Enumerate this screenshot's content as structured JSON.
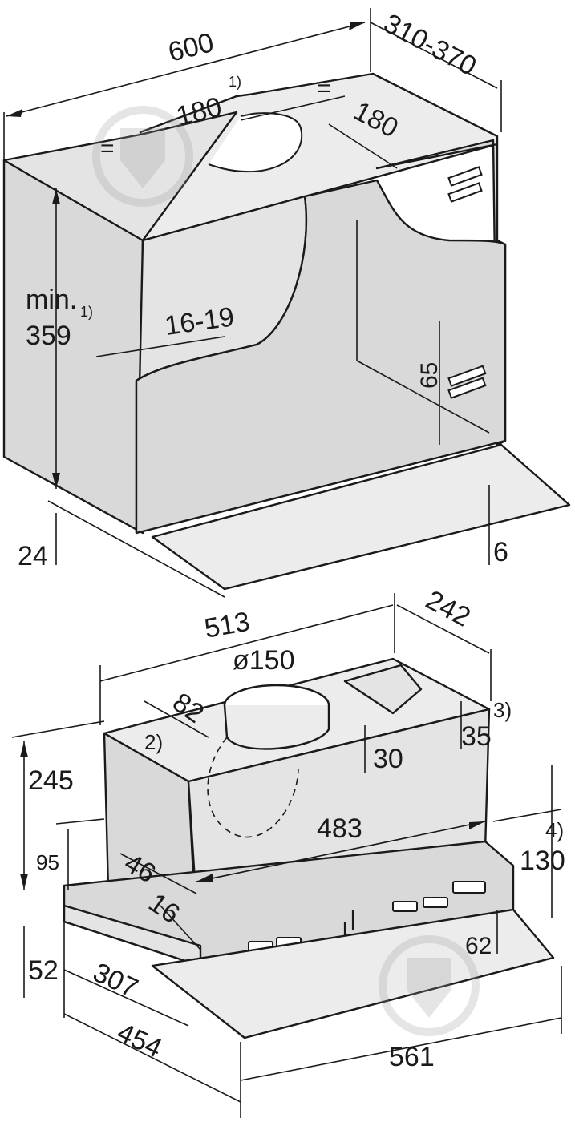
{
  "cabinet": {
    "width": "600",
    "depth": "310-370",
    "duct_offset": "180",
    "duct_offset_note": "1)",
    "duct_side": "180",
    "equal_mark": "=",
    "min_label": "min.",
    "min_height": "359",
    "min_height_note": "1)",
    "panel_thickness": "16-19",
    "bracket_gap": "65",
    "bottom_offset": "24",
    "glass_offset": "6"
  },
  "hood": {
    "width": "513",
    "depth": "242",
    "duct_diameter": "ø150",
    "duct_offset": "82",
    "note_2": "2)",
    "bracket_height": "35",
    "note_3": "3)",
    "duct_height": "30",
    "height": "245",
    "inner_width": "483",
    "front_height": "130",
    "note_4": "4)",
    "side_height": "95",
    "side_depth": "46",
    "lip": "16",
    "visor_height": "62",
    "base_height": "52",
    "front_depth": "307",
    "total_depth": "454",
    "glass_width": "561"
  },
  "colors": {
    "panel": "#d9d9d9",
    "line": "#1a1a1a",
    "watermark": "#e6e6e6"
  },
  "icons": {
    "watermark": "shield-download-icon"
  }
}
